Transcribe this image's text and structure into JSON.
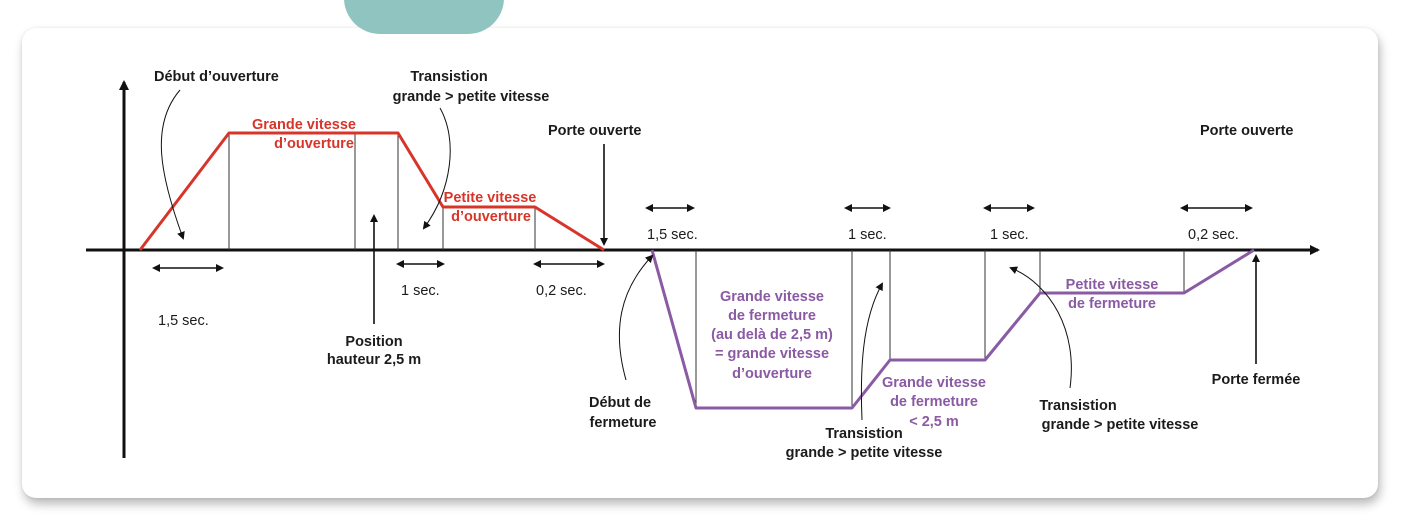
{
  "colors": {
    "opening": "#d8352a",
    "closing": "#8a5aa4",
    "axis": "#111111",
    "tab": "#8fc4c1"
  },
  "labels": {
    "debut_ouverture": "Début d’ouverture",
    "transition_1a": "Transistion",
    "transition_1b": "grande > petite vitesse",
    "grande_ouv_1": "Grande vitesse",
    "grande_ouv_2": "d’ouverture",
    "porte_ouverte_1": "Porte ouverte",
    "petite_ouv_1": "Petite vitesse",
    "petite_ouv_2": "d’ouverture",
    "t_15a": "1,5 sec.",
    "t_1a": "1 sec.",
    "t_02a": "0,2 sec.",
    "position_1": "Position",
    "position_2": "hauteur 2,5 m",
    "porte_ouverte_2": "Porte ouverte",
    "t_15b": "1,5 sec.",
    "t_1b": "1 sec.",
    "t_1c": "1 sec.",
    "t_02b": "0,2 sec.",
    "grande_ferm_1": "Grande vitesse",
    "grande_ferm_2": "de fermeture",
    "grande_ferm_3": "(au delà de 2,5 m)",
    "grande_ferm_4": "= grande vitesse",
    "grande_ferm_5": "d’ouverture",
    "petite_ferm_1": "Petite vitesse",
    "petite_ferm_2": "de fermeture",
    "grande_ferm_low_1": "Grande vitesse",
    "grande_ferm_low_2": "de fermeture",
    "grande_ferm_low_3": "< 2,5 m",
    "debut_ferm_1": "Début de",
    "debut_ferm_2": "fermeture",
    "transition_2a": "Transistion",
    "transition_2b": "grande > petite vitesse",
    "transition_3a": "Transistion",
    "transition_3b": "grande > petite vitesse",
    "porte_fermee": "Porte fermée"
  }
}
